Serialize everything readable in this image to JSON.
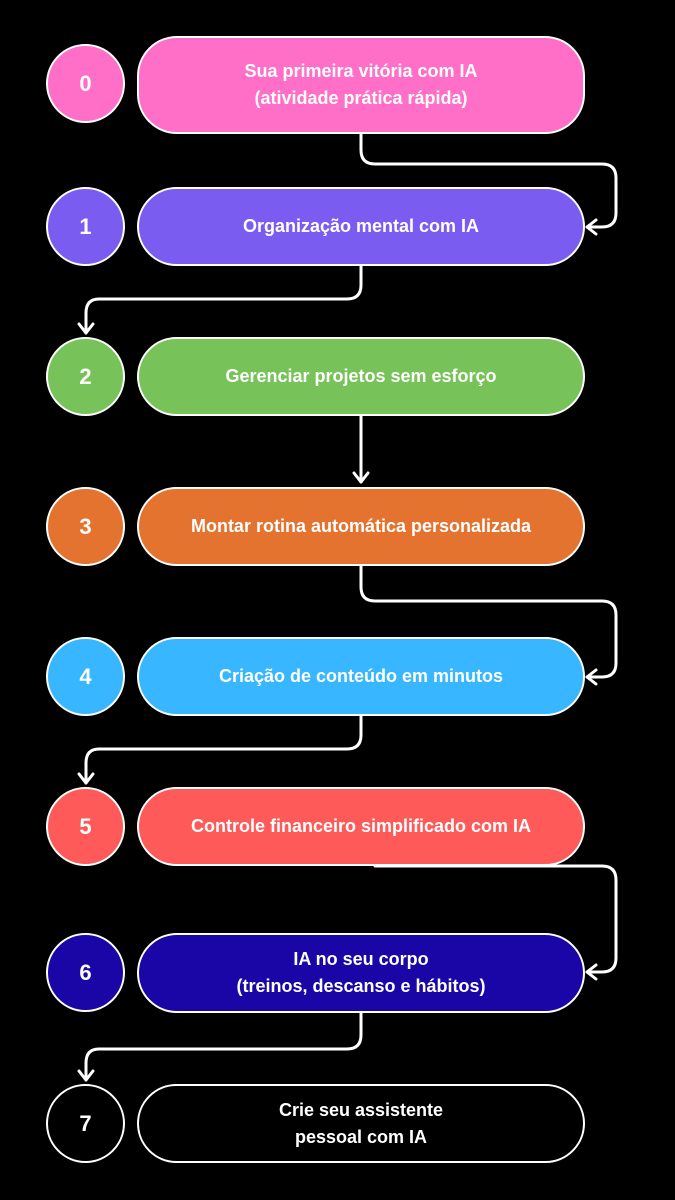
{
  "colors": {
    "background": "#000000",
    "stroke": "#ffffff",
    "step_colors": [
      "#ff6ec7",
      "#7b5cf0",
      "#77c35a",
      "#e4732f",
      "#38b6ff",
      "#ff5a5a",
      "#1a06a6",
      "#000000"
    ]
  },
  "steps": [
    {
      "number": "0",
      "lines": [
        "Sua primeira vitória com IA",
        "(atividade prática rápida)"
      ]
    },
    {
      "number": "1",
      "lines": [
        "Organização mental com IA"
      ]
    },
    {
      "number": "2",
      "lines": [
        "Gerenciar projetos sem esforço"
      ]
    },
    {
      "number": "3",
      "lines": [
        "Montar rotina automática personalizada"
      ]
    },
    {
      "number": "4",
      "lines": [
        "Criação de conteúdo em minutos"
      ]
    },
    {
      "number": "5",
      "lines": [
        "Controle financeiro simplificado com IA"
      ]
    },
    {
      "number": "6",
      "lines": [
        "IA no seu corpo",
        "(treinos, descanso e hábitos)"
      ]
    },
    {
      "number": "7",
      "lines": [
        "Crie seu assistente",
        "pessoal com IA"
      ]
    }
  ]
}
